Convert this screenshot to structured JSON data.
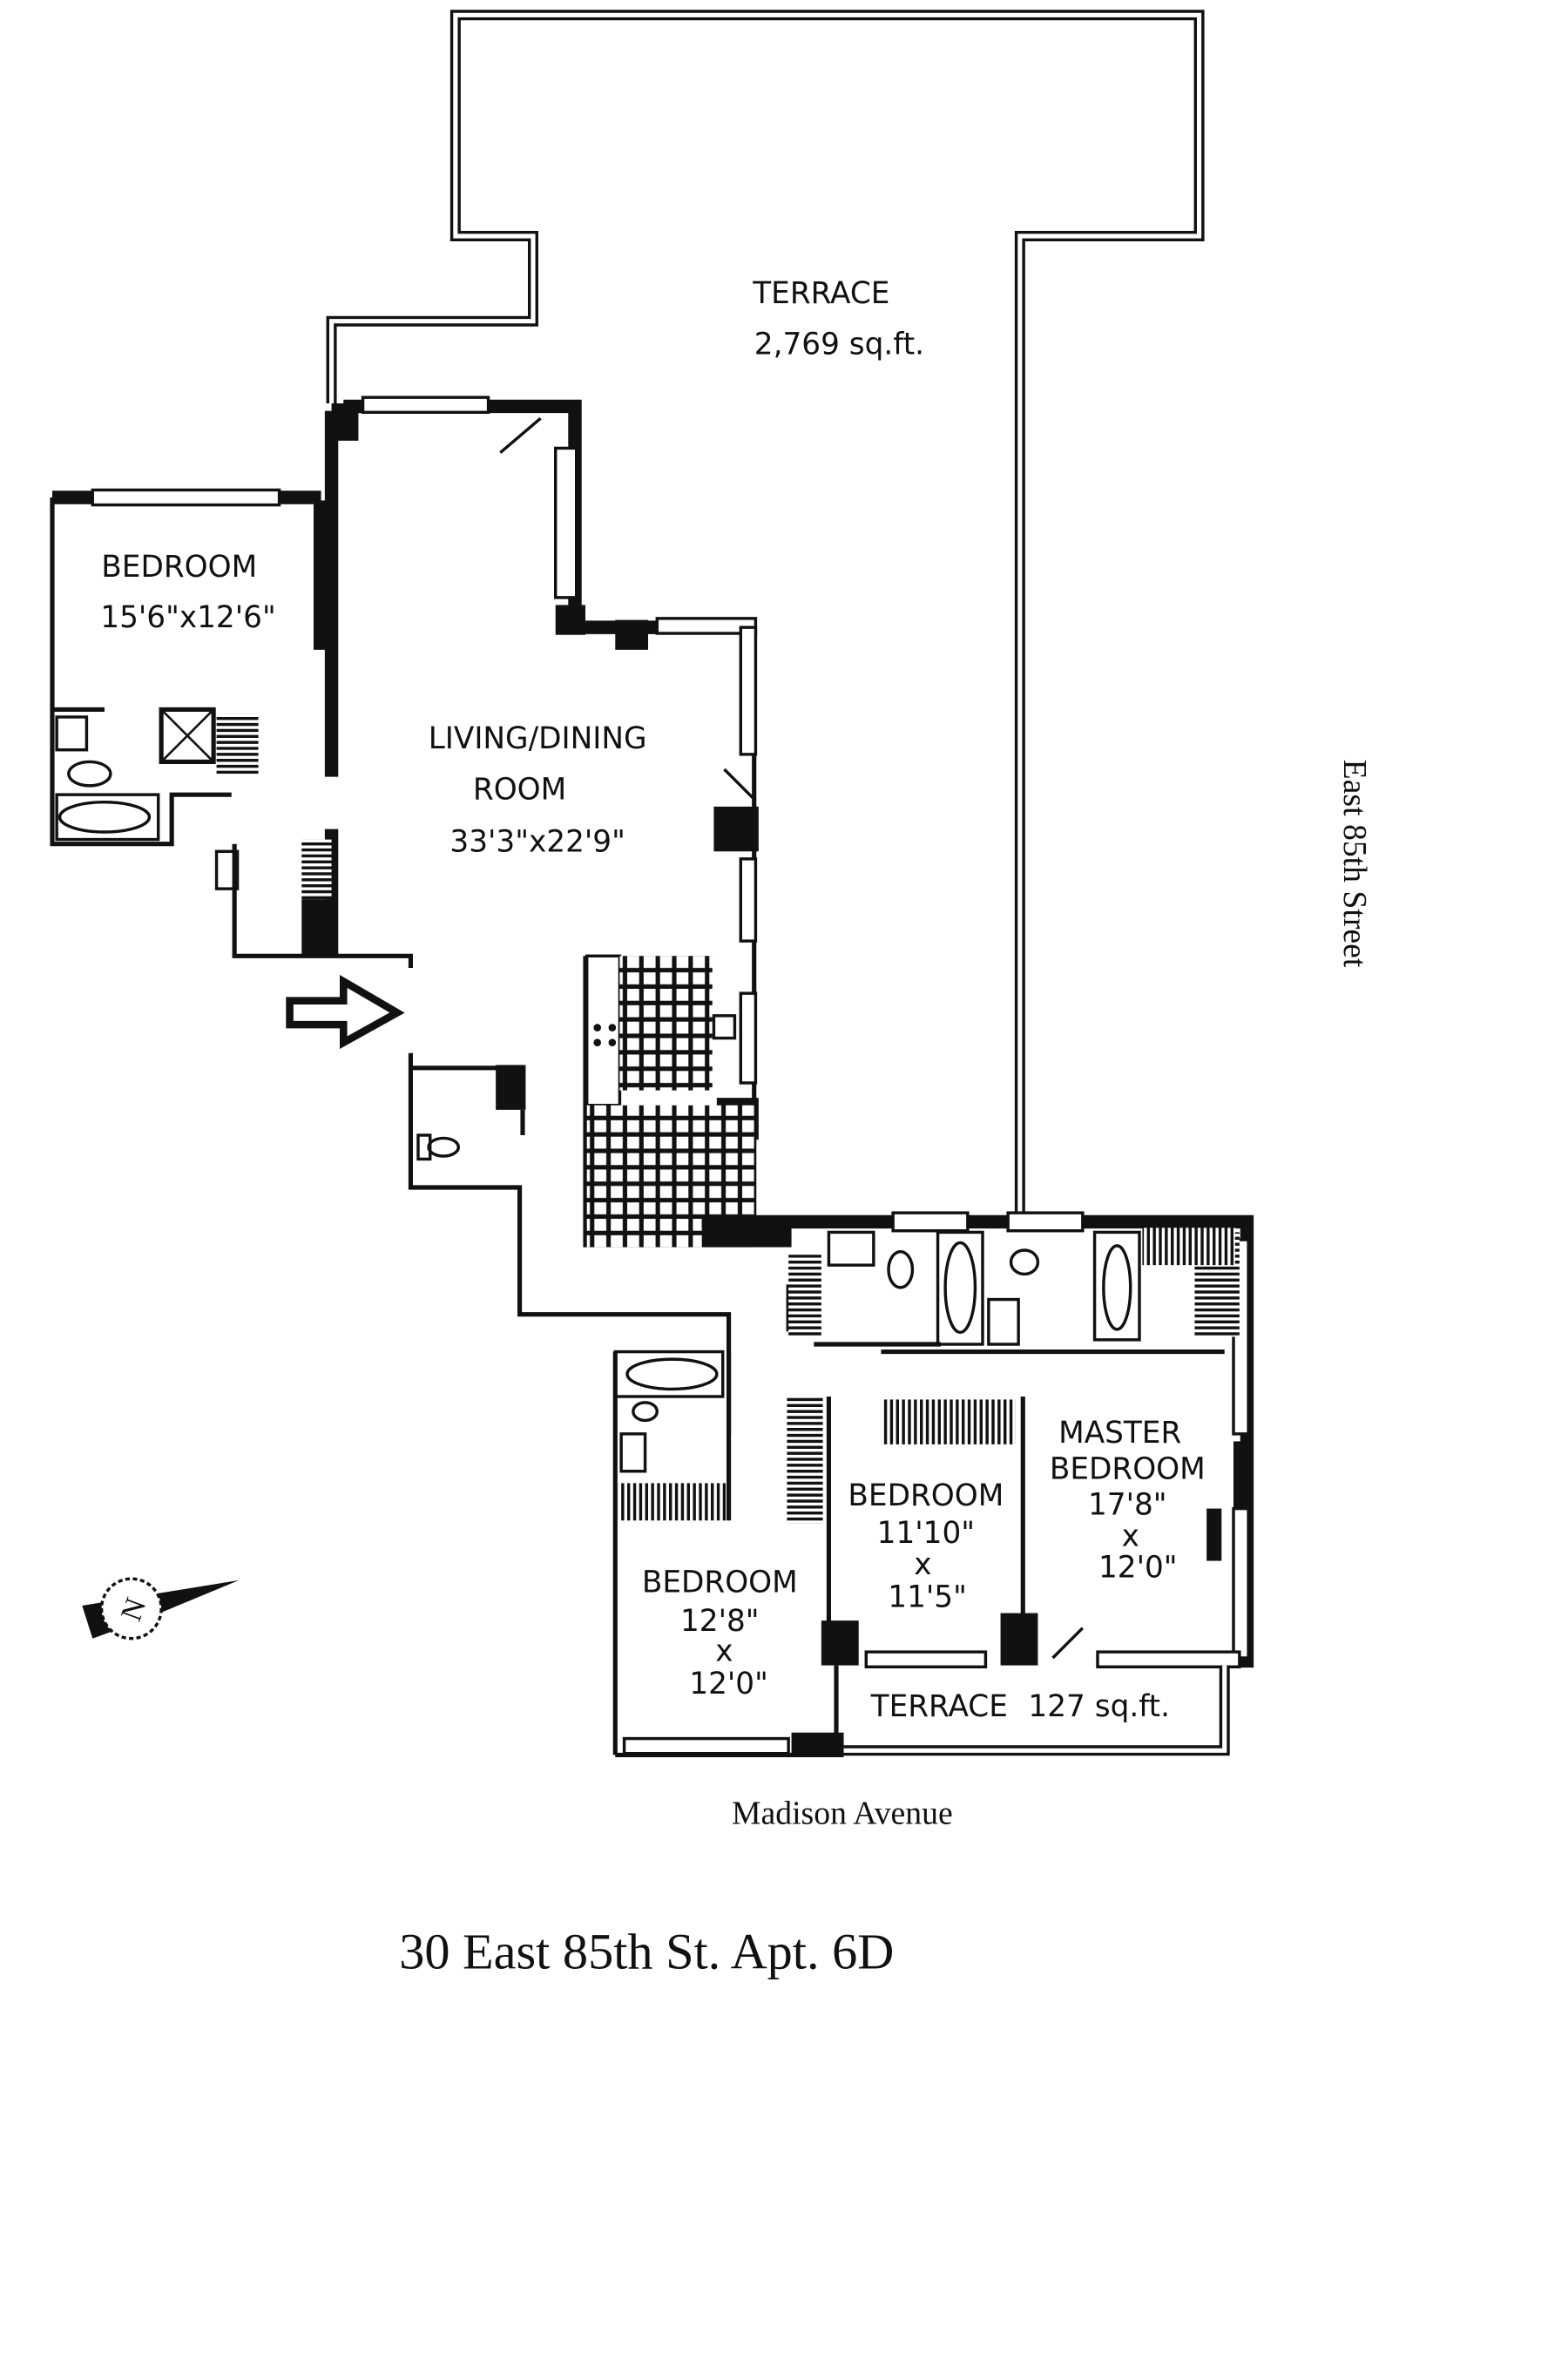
{
  "plan": {
    "title": "30 East 85th St. Apt. 6D",
    "streets": {
      "bottom": "Madison Avenue",
      "right": "East 85th Street"
    },
    "rooms": [
      {
        "name": "TERRACE",
        "size": "2,769 sq.ft."
      },
      {
        "name": "BEDROOM",
        "size": "15'6\"x12'6\""
      },
      {
        "name": "LIVING/DINING",
        "name2": "ROOM",
        "size": "33'3\"x22'9\""
      },
      {
        "name": "MASTER",
        "name2": "BEDROOM",
        "size": "17'8\"",
        "x": "x",
        "size2": "12'0\""
      },
      {
        "name": "BEDROOM",
        "size": "11'10\"",
        "x": "x",
        "size2": "11'5\""
      },
      {
        "name": "BEDROOM",
        "size": "12'8\"",
        "x": "x",
        "size2": "12'0\""
      },
      {
        "name": "TERRACE",
        "size": "127 sq.ft."
      }
    ],
    "compass_letter": "N"
  }
}
